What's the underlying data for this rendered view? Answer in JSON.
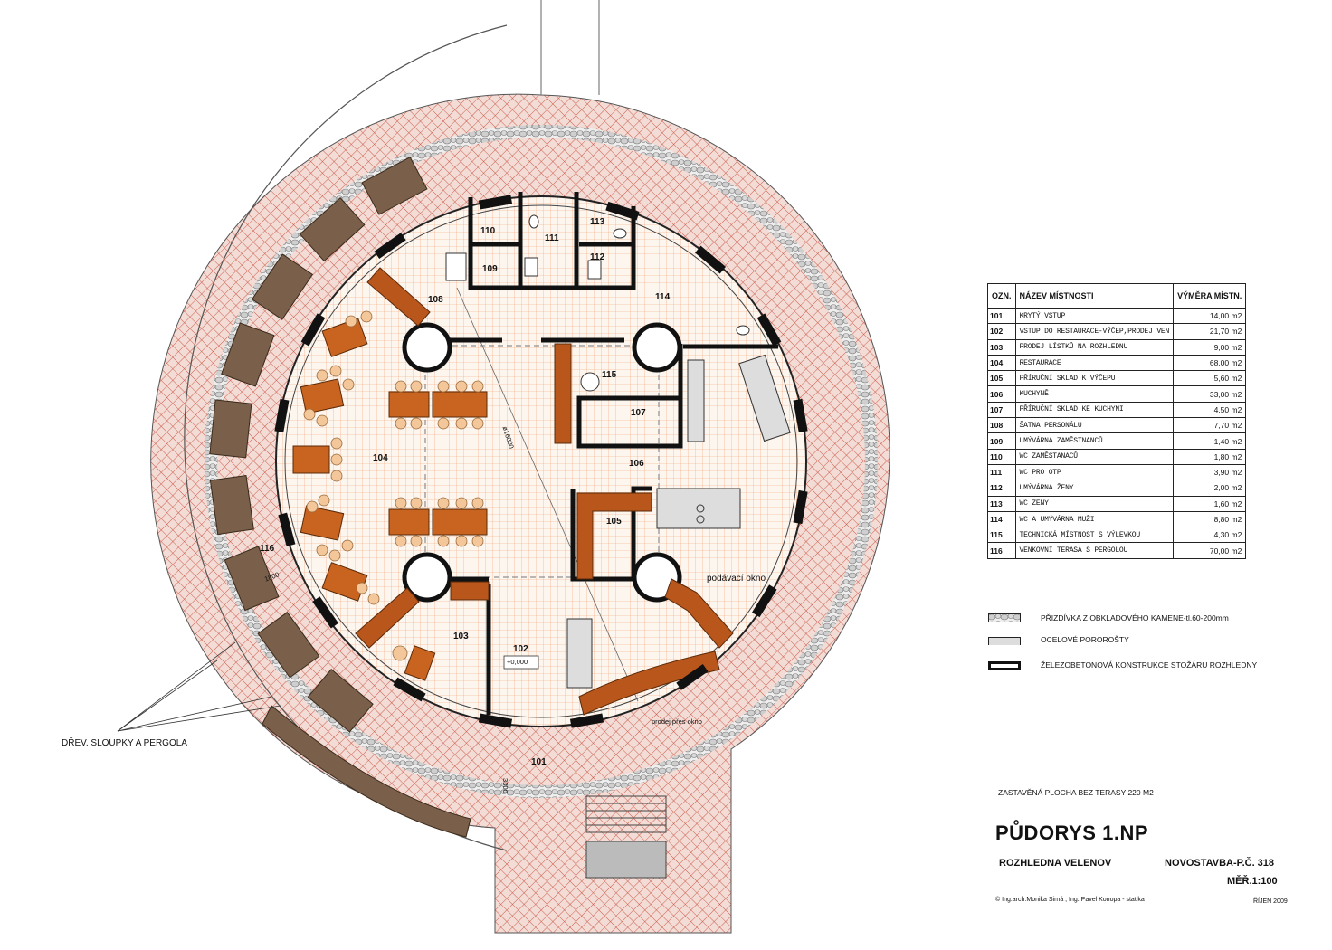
{
  "title": "PŮDORYS 1.NP",
  "project_name": "ROZHLEDNA VELENOV",
  "project_type": "NOVOSTAVBA-P.Č. 318",
  "scale": "MĚŘ.1:100",
  "built_area": "ZASTAVĚNÁ PLOCHA BEZ TERASY 220 M2",
  "authors": "Ing.arch.Monika Sirná , Ing. Pavel Konopa - statika",
  "copyright_symbol": "©",
  "date": "ŘÍJEN 2009",
  "table": {
    "col_code": "OZN.",
    "col_name": "NÁZEV MÍSTNOSTI",
    "col_area": "VÝMĚRA MÍSTN.",
    "rows": [
      {
        "code": "101",
        "name": "KRYTÝ VSTUP",
        "area": "14,00  m2"
      },
      {
        "code": "102",
        "name": "VSTUP DO RESTAURACE-VÝČEP,PRODEJ VEN",
        "area": "21,70  m2"
      },
      {
        "code": "103",
        "name": "PRODEJ LÍSTKŮ NA ROZHLEDNU",
        "area": "9,00  m2"
      },
      {
        "code": "104",
        "name": "RESTAURACE",
        "area": "68,00  m2"
      },
      {
        "code": "105",
        "name": "PŘÍRUČNÍ SKLAD K VÝČEPU",
        "area": "5,60  m2"
      },
      {
        "code": "106",
        "name": "KUCHYNĚ",
        "area": "33,00  m2"
      },
      {
        "code": "107",
        "name": "PŘÍRUČNÍ SKLAD KE KUCHYNI",
        "area": "4,50  m2"
      },
      {
        "code": "108",
        "name": "ŠATNA PERSONÁLU",
        "area": "7,70  m2"
      },
      {
        "code": "109",
        "name": "UMÝVÁRNA ZAMĚSTNANCŮ",
        "area": "1,40  m2"
      },
      {
        "code": "110",
        "name": "WC ZAMĚSTANACŮ",
        "area": "1,80  m2"
      },
      {
        "code": "111",
        "name": "WC PRO OTP",
        "area": "3,90  m2"
      },
      {
        "code": "112",
        "name": "UMÝVÁRNA ŽENY",
        "area": "2,00  m2"
      },
      {
        "code": "113",
        "name": "WC ŽENY",
        "area": "1,60  m2"
      },
      {
        "code": "114",
        "name": "WC A UMÝVÁRNA MUŽI",
        "area": "8,80  m2"
      },
      {
        "code": "115",
        "name": "TECHNICKÁ MÍSTNOST S VÝLEVKOU",
        "area": "4,30  m2"
      },
      {
        "code": "116",
        "name": "VENKOVNÍ TERASA S PERGOLOU",
        "area": "70,00  m2"
      }
    ]
  },
  "legend": [
    {
      "symbol": "stone",
      "label": "PŘIZDÍVKA Z OBKLADOVÉHO KAMENE-tl.60-200mm"
    },
    {
      "symbol": "grating",
      "label": "OCELOVÉ POROROŠTY"
    },
    {
      "symbol": "concrete",
      "label": "ŽELEZOBETONOVÁ KONSTRUKCE STOŽÁRU ROZHLEDNY"
    }
  ],
  "plan_labels": {
    "r101": "101",
    "r102": "102",
    "r103": "103",
    "r104": "104",
    "r105": "105",
    "r106": "106",
    "r107": "107",
    "r108": "108",
    "r109": "109",
    "r110": "110",
    "r111": "111",
    "r112": "112",
    "r113": "113",
    "r114": "114",
    "r115": "115",
    "r116": "116",
    "level": "+0,000",
    "diameter": "ø16800",
    "serving_window": "podávací okno",
    "sale_window": "prodej přes okno",
    "pergola_note": "DŘEV. SLOUPKY A PERGOLA",
    "dim_a": "3300",
    "dim_b": "1800"
  },
  "colors": {
    "terrace_hatch": "#c8503c",
    "terrace_bg": "#f3dcd6",
    "floor_grid": "#f0a070",
    "floor_bg": "#fdf6ef",
    "wood": "#b8561b",
    "pergola": "#7a5f4a",
    "chair": "#f3c79a",
    "concrete": "#111111"
  }
}
